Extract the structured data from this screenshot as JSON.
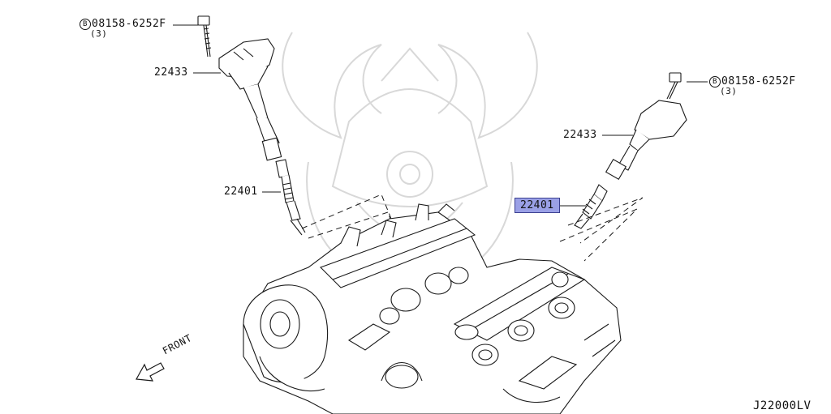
{
  "callouts": {
    "bolt_left": {
      "prefix": "B",
      "part": "08158-6252F",
      "qty": "(3)"
    },
    "coil_left": "22433",
    "plug_left": "22401",
    "bolt_right": {
      "prefix": "B",
      "part": "08158-6252F",
      "qty": "(3)"
    },
    "coil_right": "22433",
    "plug_right": "22401"
  },
  "front_label": "FRONT",
  "diagram_code": "J22000LV",
  "colors": {
    "line": "#1a1a1a",
    "highlight": "#9aa0e6",
    "highlight_border": "#3a3f8f",
    "watermark": "#d8d8d8"
  },
  "icons": {
    "front_arrow": "arrow-icon",
    "watermark": "logo-watermark"
  }
}
